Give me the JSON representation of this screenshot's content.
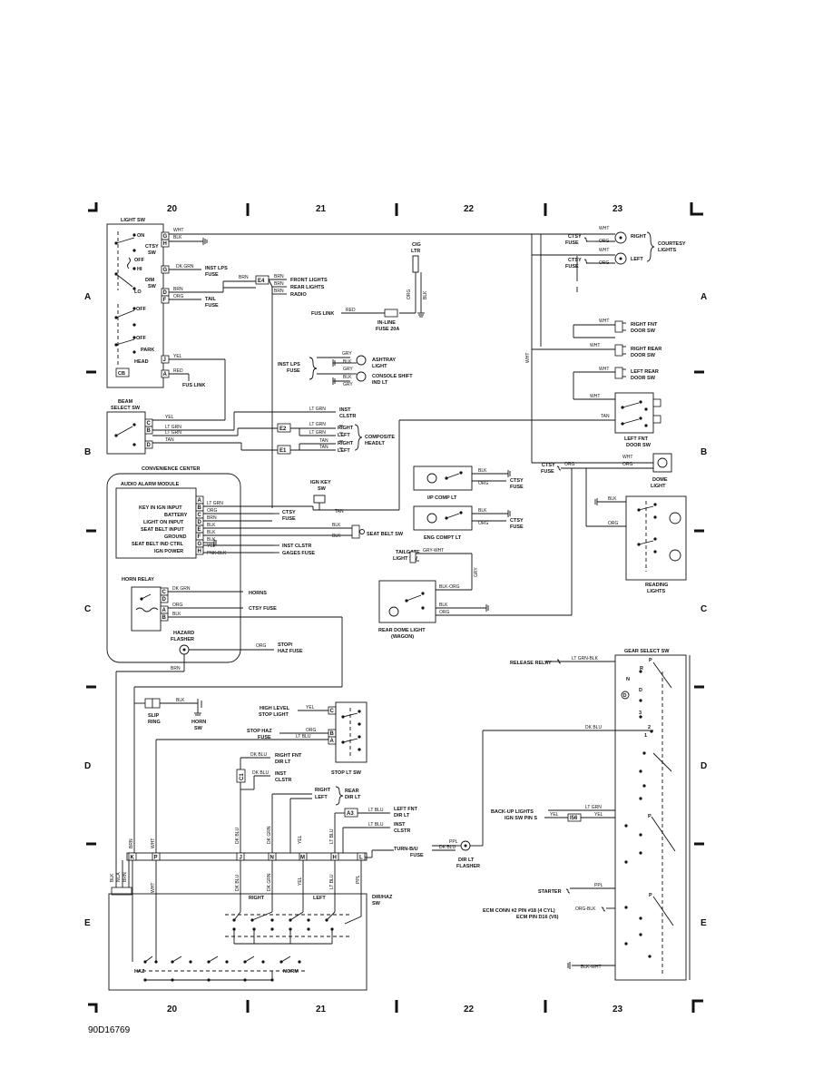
{
  "figure_code": "90D16769",
  "section_numbers": [
    "20",
    "21",
    "22",
    "23"
  ],
  "row_letters": [
    "A",
    "B",
    "C",
    "D",
    "E"
  ],
  "components": {
    "light_sw": "LIGHT SW",
    "beam_select_sw": [
      "BEAM",
      "SELECT SW"
    ],
    "convenience_center": "CONVENIENCE CENTER",
    "audio_alarm_module": "AUDIO ALARM MODULE",
    "horn_relay": "HORN RELAY",
    "hazard_flasher": [
      "HAZARD",
      "FLASHER"
    ],
    "slip_ring": [
      "SLIP",
      "RING"
    ],
    "horn_sw": [
      "HORN",
      "SW"
    ],
    "stop_lt_sw": "STOP LT SW",
    "dir_haz_sw": [
      "DIR/HAZ",
      "SW"
    ],
    "cig_ltr": [
      "CIG",
      "LTR"
    ],
    "inline_fuse": [
      "IN-LINE",
      "FUSE 20A"
    ],
    "ign_key_sw": [
      "IGN KEY",
      "SW"
    ],
    "seat_belt_sw": "SEAT BELT SW",
    "tailgate_light_sw": [
      "TAILGATE",
      "LIGHT SW"
    ],
    "rear_dome_light": [
      "REAR DOME LIGHT",
      "(WAGON)"
    ],
    "ip_comp_lt": "I/P COMP LT",
    "eng_compt_lt": "ENG COMPT LT",
    "dome_light": [
      "DOME",
      "LIGHT"
    ],
    "reading_lights": [
      "READING",
      "LIGHTS"
    ],
    "gear_select_sw": "GEAR SELECT SW",
    "dir_lt_flasher": [
      "DIR LT",
      "FLASHER"
    ],
    "courtesy_lights": [
      "COURTESY",
      "LIGHTS"
    ],
    "composite_headlt": [
      "COMPOSITE",
      "HEADLT"
    ],
    "ashtray_light": [
      "ASHTRAY",
      "LIGHT"
    ],
    "console_shift_ind_lt": [
      "CONSOLE SHIFT",
      "IND LT"
    ],
    "right_fnt_door_sw": [
      "RIGHT FNT",
      "DOOR SW"
    ],
    "right_rear_door_sw": [
      "RIGHT REAR",
      "DOOR SW"
    ],
    "left_rear_door_sw": [
      "LEFT REAR",
      "DOOR SW"
    ],
    "left_fnt_door_sw": [
      "LEFT FNT",
      "DOOR SW"
    ]
  },
  "light_sw_labels": [
    "ON",
    "CTSY",
    "SW",
    "OFF",
    "HI",
    "DIM",
    "SW",
    "LO",
    "OFF",
    "OFF",
    "PARK",
    "HEAD",
    "CB"
  ],
  "light_sw_pins": [
    "G",
    "H",
    "D",
    "E",
    "F",
    "J",
    "A"
  ],
  "light_sw_wires": [
    "WHT",
    "BLK",
    "DK GRN",
    "BRN",
    "ORG",
    "YEL",
    "RED"
  ],
  "light_sw_dests": [
    "INST LPS",
    "FUSE",
    "FRONT LIGHTS",
    "REAR LIGHTS",
    "RADIO",
    "TAIL",
    "FUSE",
    "FUS LINK"
  ],
  "splice_e4": "E4",
  "splice_e4_wires": [
    "BRN",
    "BRN",
    "BRN",
    "BRN"
  ],
  "cig_wires": [
    "ORG",
    "BLK",
    "RED"
  ],
  "fus_link_2": "FUS LINK",
  "inst_lps_fuse_2": [
    "INST LPS",
    "FUSE"
  ],
  "ashtray_wires": [
    "GRY",
    "BLK",
    "GRY",
    "BLK",
    "GRY"
  ],
  "beam_pins": [
    "C",
    "B",
    "D"
  ],
  "beam_wires": [
    "YEL",
    "LT GRN",
    "LT GRN",
    "TAN"
  ],
  "headlt": {
    "inst_clstr": [
      "INST",
      "CLSTR"
    ],
    "splices": [
      "E2",
      "E1"
    ],
    "wires": [
      "LT GRN",
      "LT GRN",
      "LT GRN",
      "TAN",
      "TAN",
      "TAN"
    ],
    "sides": [
      "RIGHT",
      "LEFT",
      "RIGHT",
      "LEFT"
    ]
  },
  "alarm_inputs": [
    "KEY IN IGN INPUT",
    "BATTERY",
    "LIGHT ON INPUT",
    "SEAT BELT INPUT",
    "GROUND",
    "SEAT BELT IND CTRL",
    "IGN POWER"
  ],
  "alarm_pins": [
    "A",
    "B",
    "C",
    "D",
    "E",
    "F",
    "G",
    "H"
  ],
  "alarm_wires": [
    "LT GRN",
    "ORG",
    "BRN",
    "BLK",
    "BLK",
    "BLK",
    "YEL",
    "PNK-BLK"
  ],
  "alarm_dests": [
    "CTSY",
    "FUSE",
    "INST CLSTR",
    "GAGES FUSE"
  ],
  "ign_key_wire": "TAN",
  "seat_belt_wires": [
    "BLK",
    "BLK"
  ],
  "horn_relay": {
    "pins": [
      "C",
      "D",
      "A",
      "B"
    ],
    "wires": [
      "DK GRN",
      "ORG",
      "BLK"
    ],
    "dests": [
      "HORNS",
      "CTSY FUSE"
    ]
  },
  "hazard": {
    "wire": "ORG",
    "dest": [
      "STOP/",
      "HAZ FUSE"
    ],
    "down_wire": "BRN"
  },
  "horn_sw_wire": "BLK",
  "stop_lt": {
    "labels": [
      "HIGH LEVEL",
      "STOP LIGHT",
      "STOP HAZ",
      "FUSE"
    ],
    "wires": [
      "YEL",
      "ORG",
      "LT BLU"
    ],
    "pins": [
      "C",
      "B",
      "A"
    ]
  },
  "dir": {
    "right_fnt": [
      "RIGHT FNT",
      "DIR LT"
    ],
    "inst_clstr": [
      "INST",
      "CLSTR"
    ],
    "rear_dir": [
      "REAR",
      "DIR LT"
    ],
    "rear_sides": [
      "RIGHT",
      "LEFT"
    ],
    "left_fnt": [
      "LEFT FNT",
      "DIR LT"
    ],
    "inst_clstr_2": [
      "INST",
      "CLSTR"
    ],
    "c1": "C1",
    "a3": "A3",
    "wires_top": [
      "DK BLU",
      "DK BLU",
      "LT BLU",
      "LT BLU"
    ],
    "bus_wires": [
      "BRN",
      "WHT",
      "DK BLU",
      "DK GRN",
      "YEL",
      "LT BLU",
      "PPL",
      "DK BLU"
    ],
    "bus_pins": [
      "K",
      "P",
      "J",
      "N",
      "M",
      "H",
      "L"
    ],
    "side_wires": [
      "BLK",
      "NCA",
      "BRN"
    ],
    "lower_wires": [
      "WHT",
      "DK BLU",
      "DK GRN",
      "YEL",
      "LT BLU",
      "PPL"
    ],
    "sw_labels": [
      "RIGHT",
      "LEFT",
      "HAZ",
      "NORM"
    ]
  },
  "turn_fuse": [
    "TURN-B/U",
    "FUSE"
  ],
  "courtesy": {
    "fuse": [
      "CTSY",
      "FUSE"
    ],
    "wires": [
      "WHT",
      "ORG",
      "WHT",
      "ORG"
    ],
    "sides": [
      "RIGHT",
      "LEFT"
    ]
  },
  "door_wires": [
    "WHT",
    "WHT",
    "WHT",
    "WHT",
    "TAN",
    "WHT"
  ],
  "comp_lt": {
    "wires": [
      "BLK",
      "ORG",
      "BLK",
      "ORG"
    ],
    "fuse": [
      "CTSY",
      "FUSE"
    ]
  },
  "dome": {
    "fuse": [
      "CTSY",
      "FUSE"
    ],
    "wires": [
      "WHT",
      "ORG",
      "ORG"
    ]
  },
  "reading_wires": [
    "BLK",
    "ORG"
  ],
  "tailgate_wires": [
    "GRY-WHT",
    "GRY"
  ],
  "rear_dome_wires": [
    "BLK-ORG",
    "BLK",
    "ORG"
  ],
  "gear_positions": [
    "P",
    "R",
    "N",
    "D",
    "D",
    "3",
    "2",
    "1"
  ],
  "gear_pos_d": "D",
  "gear": {
    "release_relay": "RELEASE RELAY",
    "release_wire": "LT GRN-BLK",
    "dk_blu": "DK BLU",
    "backup_lights": "BACK-UP LIGHTS",
    "ign_sw_pin": "IGN SW PIN S",
    "backup_wires": [
      "LT GRN",
      "YEL",
      "YEL"
    ],
    "i56": "I56",
    "starter": "STARTER",
    "starter_wire": "PPL",
    "ecm_1": "ECM CONN #2 PIN #18 (4 CYL)",
    "ecm_2": "ECM PIN D16 (V6)",
    "ecm_wire": "ORG-BLK",
    "blk_wht": "BLK-WHT",
    "p": "P"
  }
}
